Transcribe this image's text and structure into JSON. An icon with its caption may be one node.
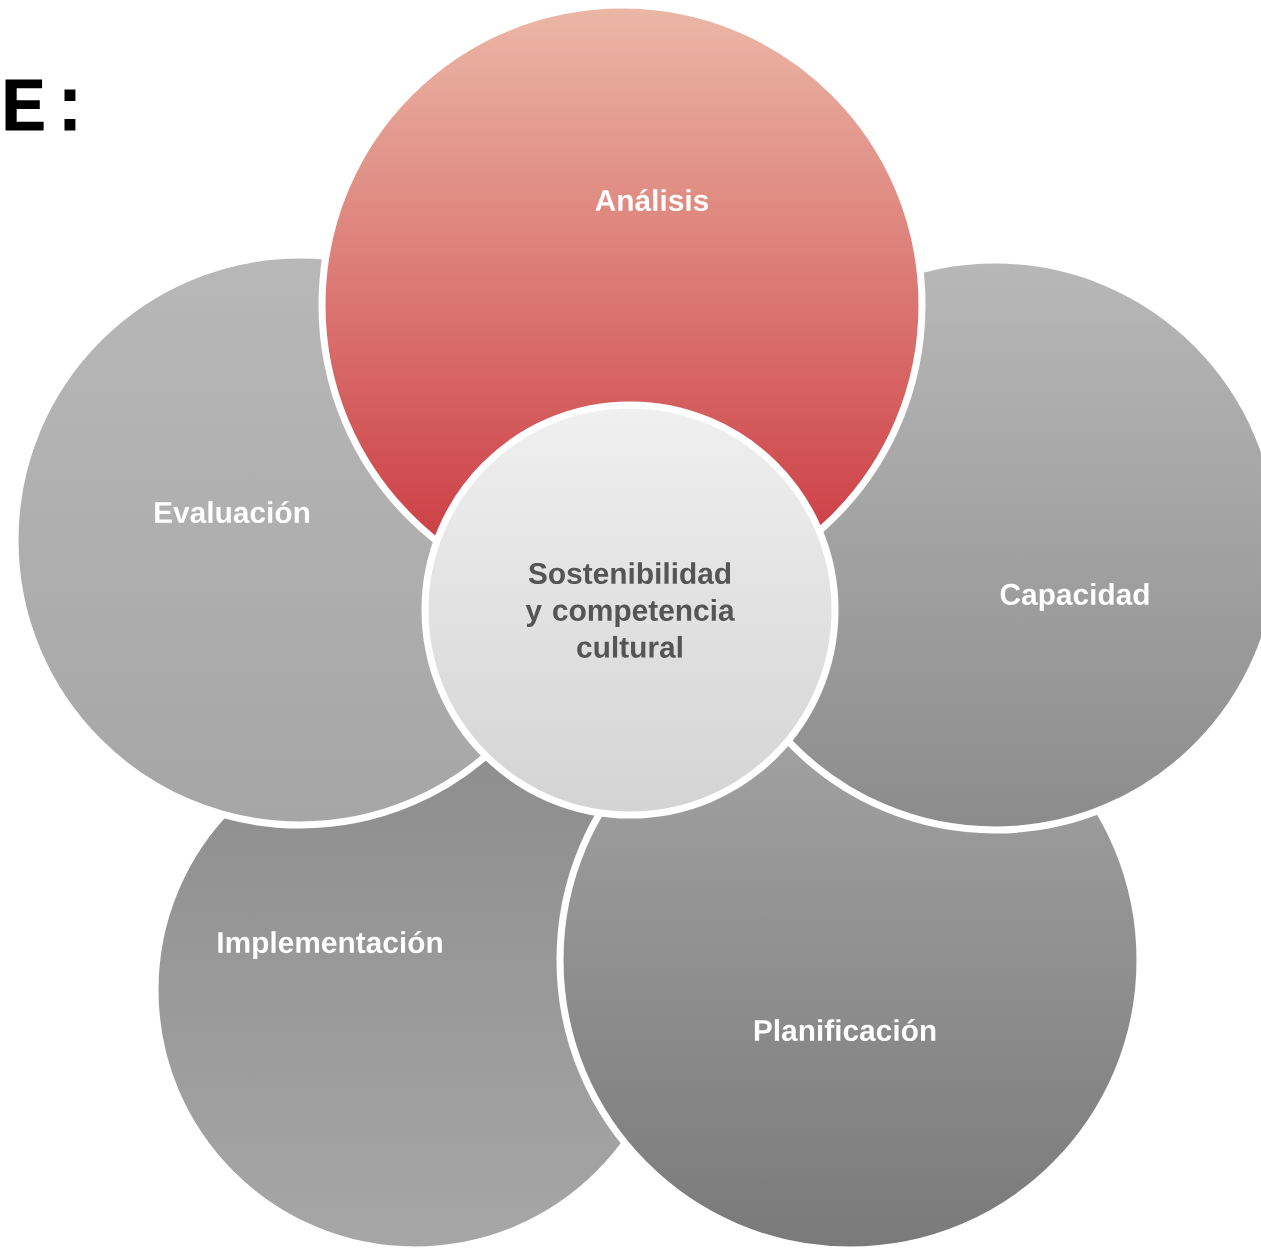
{
  "diagram": {
    "nodes": [
      {
        "text": [
          "Análisis"
        ]
      },
      {
        "text": [
          "Capacidad"
        ]
      },
      {
        "text": [
          "Planificación"
        ]
      },
      {
        "text": [
          "Implementación"
        ]
      },
      {
        "text": [
          "Evaluación"
        ]
      },
      {
        "text": [
          "Sostenibilidad y competencia cultural"
        ]
      }
    ],
    "labels": [
      "E:"
    ]
  }
}
